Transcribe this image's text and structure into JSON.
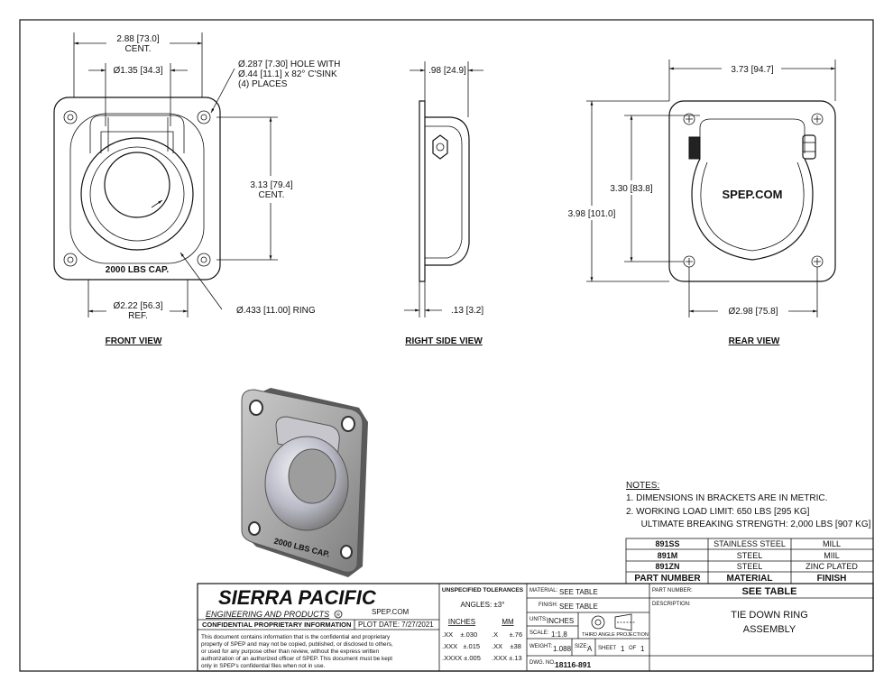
{
  "front_view": {
    "label": "FRONT VIEW",
    "dim_top": "2.88 [73.0]",
    "dim_top_sub": "CENT.",
    "dim_ring_dia": "Ø1.35 [34.3]",
    "hole_note_1": "Ø.287 [7.30]  HOLE WITH",
    "hole_note_2": "Ø.44 [11.1] x 82° C'SINK",
    "hole_note_3": "(4) PLACES",
    "dim_side": "3.13 [79.4]",
    "dim_side_sub": "CENT.",
    "dim_bottom": "Ø2.22 [56.3]",
    "dim_bottom_sub": "REF.",
    "ring_note": "Ø.433 [11.00]  RING",
    "capacity": "2000 LBS CAP."
  },
  "side_view": {
    "label": "RIGHT SIDE VIEW",
    "dim_top": ".98 [24.9]",
    "dim_bottom": ".13 [3.2]"
  },
  "rear_view": {
    "label": "REAR VIEW",
    "dim_top": "3.73 [94.7]",
    "dim_inner": "3.30 [83.8]",
    "dim_outer": "3.98 [101.0]",
    "dim_bottom": "Ø2.98 [75.8]",
    "brand": "SPEP.COM"
  },
  "iso_view": {
    "capacity": "2000 LBS CAP."
  },
  "notes": {
    "heading": "NOTES:",
    "items": [
      "1.   DIMENSIONS IN BRACKETS ARE IN METRIC.",
      "2.   WORKING LOAD LIMIT: 650 LBS [295 KG]",
      "      ULTIMATE BREAKING STRENGTH: 2,000 LBS [907 KG]"
    ]
  },
  "parts_table": {
    "rows": [
      [
        "891SS",
        "STAINLESS STEEL",
        "MILL"
      ],
      [
        "891M",
        "STEEL",
        "MIIL"
      ],
      [
        "891ZN",
        "STEEL",
        "ZINC PLATED"
      ]
    ],
    "headers": [
      "PART NUMBER",
      "MATERIAL",
      "FINISH"
    ]
  },
  "title_block": {
    "company": "SIERRA PACIFIC",
    "company_sub": "ENGINEERING AND PRODUCTS",
    "registered": "R",
    "website": "SPEP.COM",
    "confidential": "CONFIDENTIAL PROPRIETARY INFORMATION",
    "plot_date": "PLOT DATE: 7/27/2021",
    "disclaimer": [
      "This document contains information that is the confidential and proprietary",
      "property of SPEP and may not be copied, published, or disclosed to others,",
      "or used for any purpose  other than review, without the express written",
      "authorization of an authorized officer of SPEP. This document must be kept",
      "only in SPEP's confidential files when not in use."
    ],
    "tolerances_title": "UNSPECIFIED TOLERANCES",
    "angles": "ANGLES: ±3°",
    "inches_head": "INCHES",
    "mm_head": "MM",
    "tol_inches": [
      ".XX    ±.030",
      ".XXX   ±.015",
      ".XXXX ±.005"
    ],
    "tol_mm": [
      ".X      ±.76",
      ".XX    ±38",
      ".XXX ±.13"
    ],
    "material_label": "MATERIAL:",
    "material": "SEE TABLE",
    "finish_label": "FINISH:",
    "finish": "SEE TABLE",
    "units_label": "UNITS:",
    "units": "INCHES",
    "projection": "THIRD ANGLE PROJECTION",
    "scale_label": "SCALE:",
    "scale": "1:1.8",
    "weight_label": "WEIGHT:",
    "weight": "1.088",
    "size_label": "SIZE:",
    "size": "A",
    "sheet_label": "SHEET",
    "sheet": "1",
    "of_label": "OF",
    "sheet_total": "1",
    "dwg_label": "DWG. NO.",
    "dwg_no": "18116-891",
    "part_number_label": "PART NUMBER:",
    "part_number": "SEE TABLE",
    "description_label": "DESCRIPTION:",
    "description_1": "TIE DOWN RING",
    "description_2": "ASSEMBLY"
  }
}
